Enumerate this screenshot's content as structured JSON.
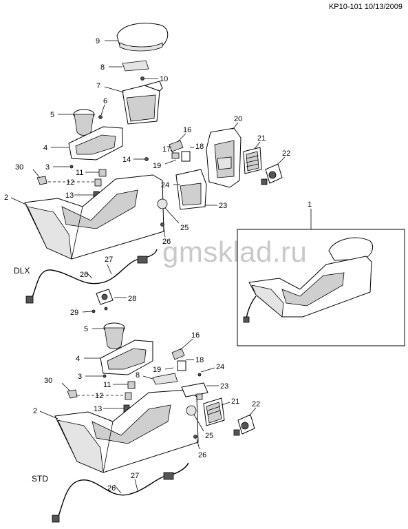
{
  "header": {
    "code": "KP10-101 10/13/2009"
  },
  "watermark": "gmsklad.ru",
  "variants": {
    "dlx": "DLX",
    "std": "STD"
  },
  "callouts": {
    "c1": "1",
    "c9": "9",
    "c8": "8",
    "c10": "10",
    "c7": "7",
    "c5": "5",
    "c6": "6",
    "c4": "4",
    "c16": "16",
    "c17": "17",
    "c18": "18",
    "c20": "20",
    "c21": "21",
    "c22": "22",
    "c14": "14",
    "c19": "19",
    "c30": "30",
    "c3": "3",
    "c11": "11",
    "c12": "12",
    "c13": "13",
    "c2": "2",
    "c24": "24",
    "c23": "23",
    "c25": "25",
    "c26a": "26",
    "c26b": "26",
    "c27": "27",
    "c28": "28",
    "c29": "29",
    "s5": "5",
    "s16": "16",
    "s4": "4",
    "s19": "19",
    "s18": "18",
    "s24": "24",
    "s3": "3",
    "s11": "11",
    "s8": "8",
    "s23": "23",
    "s30": "30",
    "s12": "12",
    "s21": "21",
    "s22": "22",
    "s13": "13",
    "s2": "2",
    "s25": "25",
    "s26a": "26",
    "s26b": "26",
    "s27": "27"
  }
}
